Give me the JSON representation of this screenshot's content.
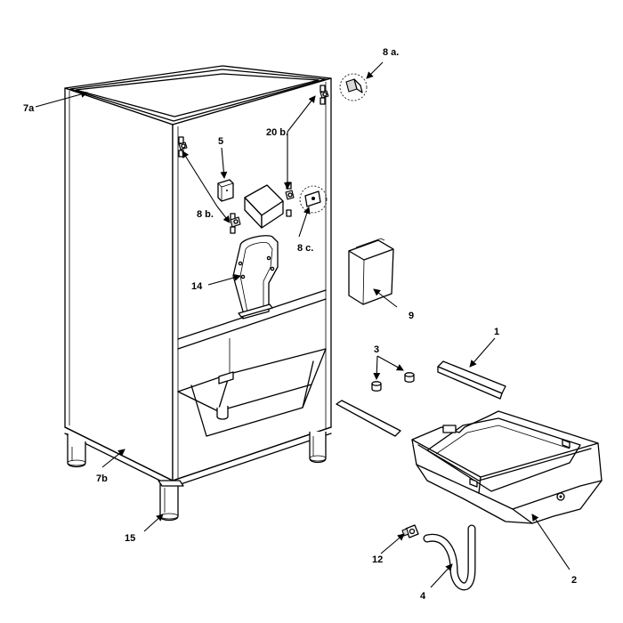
{
  "callouts": {
    "c7a": "7a",
    "c8a": "8 a.",
    "c20b": "20 b.",
    "c5": "5",
    "c8b": "8 b.",
    "c8c": "8 c.",
    "c14": "14",
    "c9": "9",
    "c1": "1",
    "c3": "3",
    "c7b": "7b",
    "c15": "15",
    "c12": "12",
    "c4": "4",
    "c2": "2"
  }
}
